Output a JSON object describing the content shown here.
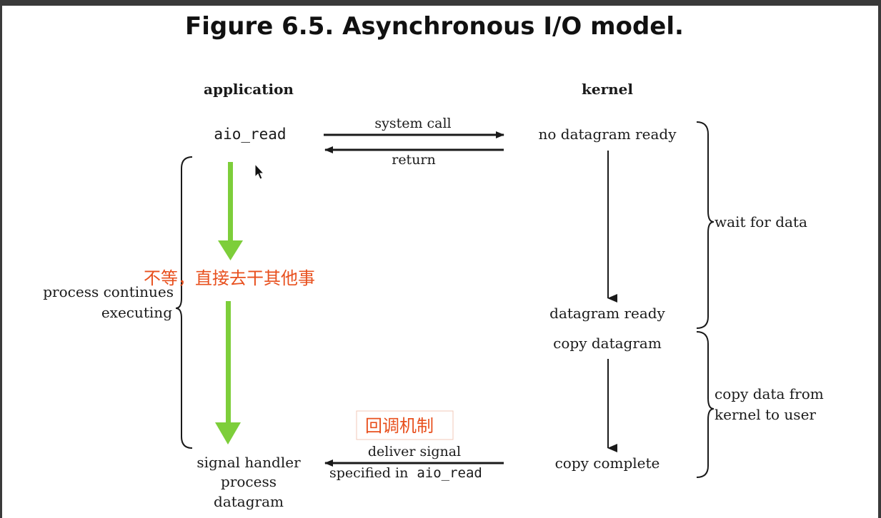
{
  "figure_title": "Figure 6.5. Asynchronous I/O model.",
  "columns": {
    "application": "application",
    "kernel": "kernel"
  },
  "application": {
    "call": "aio_read",
    "process_continues_line1": "process continues",
    "process_continues_line2": "executing",
    "handler_line1": "signal handler",
    "handler_line2": "process",
    "handler_line3": "datagram"
  },
  "arrows": {
    "system_call": "system call",
    "return": "return",
    "deliver_signal_line1": "deliver signal",
    "deliver_signal_prefix": "specified in",
    "deliver_signal_code": "aio_read"
  },
  "kernel": {
    "no_datagram_ready": "no datagram ready",
    "datagram_ready": "datagram ready",
    "copy_datagram": "copy datagram",
    "copy_complete": "copy complete"
  },
  "phases": {
    "wait_for_data": "wait for data",
    "copy_data_line1": "copy data from",
    "copy_data_line2": "kernel to user"
  },
  "annotations": {
    "dont_wait": "不等，直接去干其他事",
    "callback_mechanism": "回调机制"
  },
  "colors": {
    "annotation_text": "#e8501e",
    "green_arrow": "#7dce3a",
    "ink": "#1a1a1a"
  },
  "icons": {
    "cursor": "mouse-pointer-icon"
  }
}
